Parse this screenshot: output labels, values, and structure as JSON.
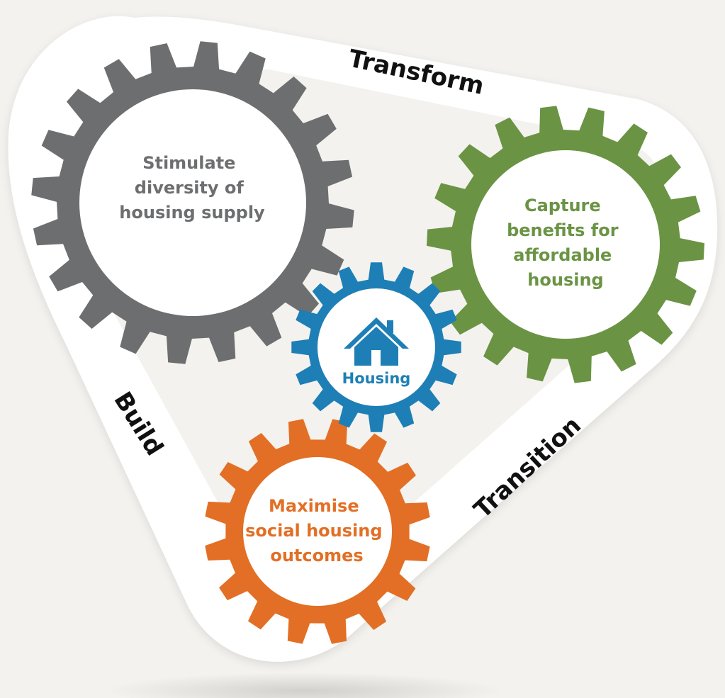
{
  "edge_labels": {
    "transform": "Transform",
    "build": "Build",
    "transition": "Transition"
  },
  "gears": {
    "supply": {
      "color": "#6d6e70",
      "lines": [
        "Stimulate",
        "diversity of",
        "housing supply"
      ]
    },
    "affordable": {
      "color": "#6a9444",
      "lines": [
        "Capture",
        "benefits for",
        "affordable",
        "housing"
      ]
    },
    "housing": {
      "color": "#1d7fb5",
      "label": "Housing",
      "icon": "house-icon"
    },
    "social": {
      "color": "#e26f25",
      "lines": [
        "Maximise",
        "social housing",
        "outcomes"
      ]
    }
  },
  "colors": {
    "background": "#f4f2ee",
    "band": "#ffffff",
    "edge_text": "#111111"
  }
}
